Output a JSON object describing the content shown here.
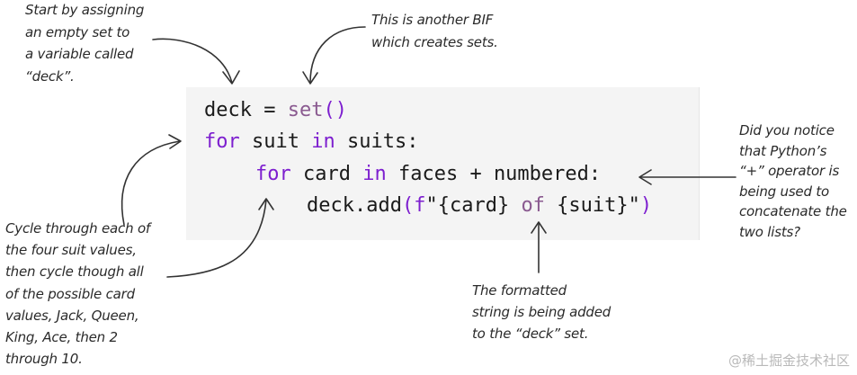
{
  "code": {
    "line1": {
      "var": "deck",
      "op": " = ",
      "fn": "set",
      "parens": "()"
    },
    "line2": {
      "kw1": "for",
      "sp1": " suit ",
      "kw2": "in",
      "rest": " suits:"
    },
    "line3": {
      "kw1": "for",
      "sp1": " card ",
      "kw2": "in",
      "rest": " faces + numbered:"
    },
    "line4": {
      "obj": "deck.add",
      "open": "(",
      "f": "f",
      "q1": "\"",
      "a": "{card} ",
      "of": "of",
      "b": " {suit}",
      "q2": "\"",
      "close": ")"
    }
  },
  "annotations": {
    "top_left": "Start by assigning\nan empty set to\na variable called\n“deck”.",
    "top_mid": "This is another BIF\nwhich creates sets.",
    "right": "Did you notice\nthat Python’s\n“+” operator is\nbeing used to\nconcatenate the\ntwo lists?",
    "bottom_left": "Cycle through each of\nthe four suit values,\nthen cycle though all\nof the possible card\nvalues, Jack, Queen,\nKing, Ace, then 2\nthrough 10.",
    "bottom_mid": "The formatted\nstring is being added\nto the “deck” set."
  },
  "watermark": "@稀土掘金技术社区"
}
